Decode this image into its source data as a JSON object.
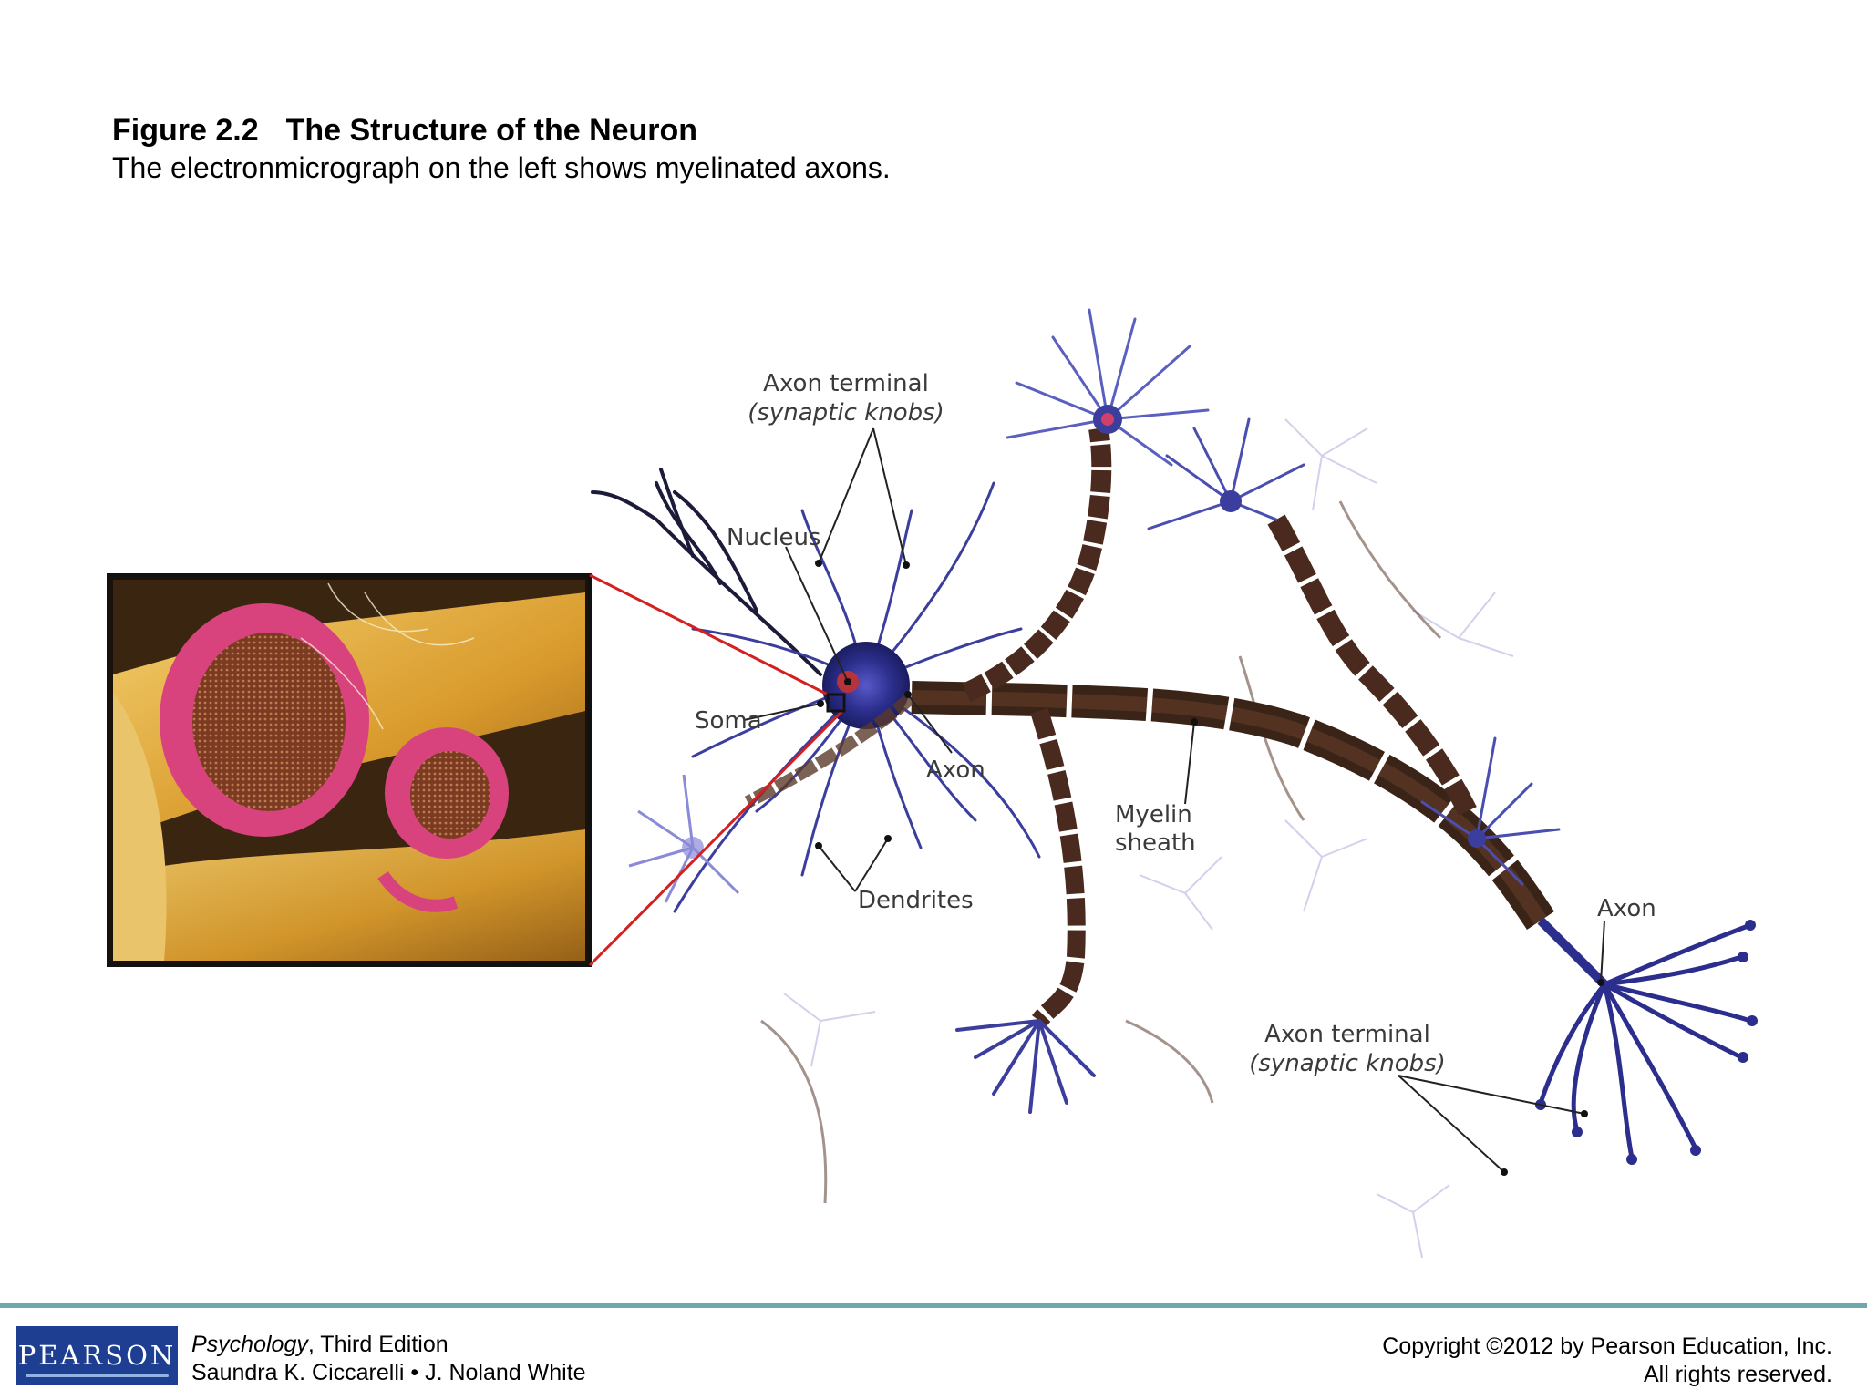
{
  "figure": {
    "number": "Figure 2.2",
    "title": "The Structure of the Neuron",
    "caption": "The electronmicrograph on the left shows myelinated axons."
  },
  "labels": {
    "axon_terminal_top": "Axon terminal",
    "synaptic_knobs_top": "(synaptic knobs)",
    "nucleus": "Nucleus",
    "soma": "Soma",
    "axon_center": "Axon",
    "dendrites": "Dendrites",
    "myelin": "Myelin",
    "sheath": "sheath",
    "axon_right": "Axon",
    "axon_terminal_bottom": "Axon terminal",
    "synaptic_knobs_bottom": "(synaptic knobs)"
  },
  "footer": {
    "logo": "PEARSON",
    "book_title": "Psychology",
    "book_edition": ", Third Edition",
    "authors": "Saundra K. Ciccarelli • J. Noland White",
    "copyright": "Copyright ©2012 by Pearson Education, Inc.",
    "rights": "All rights reserved."
  },
  "colors": {
    "neuron_blue": "#2b2e8c",
    "myelin_brown": "#4a2a1e",
    "micrograph_pink": "#d8437e",
    "micrograph_gold": "#e2a93b",
    "pointer_red": "#d32020",
    "footer_rule": "#6fa7ae",
    "logo_blue": "#1e3f91"
  }
}
